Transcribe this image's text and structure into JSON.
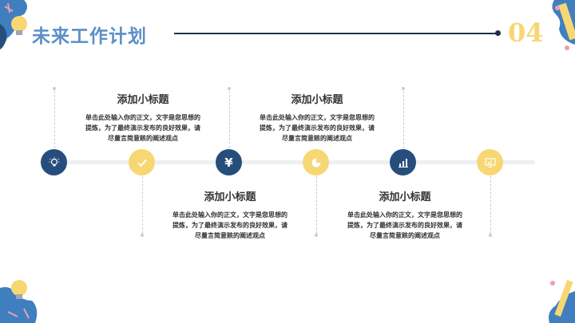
{
  "header": {
    "title": "未来工作计划",
    "page_number": "04"
  },
  "timeline": {
    "nodes": [
      {
        "icon": "lightbulb-icon",
        "color": "#264e7c"
      },
      {
        "icon": "checkmark-icon",
        "color": "#f7d774"
      },
      {
        "icon": "yen-icon",
        "symbol": "¥",
        "color": "#264e7c"
      },
      {
        "icon": "pie-chart-icon",
        "color": "#f7d774"
      },
      {
        "icon": "bar-chart-icon",
        "color": "#264e7c"
      },
      {
        "icon": "presentation-chart-icon",
        "color": "#f7d774"
      }
    ],
    "items": [
      {
        "title": "添加小标题",
        "body": [
          "单击此处输入你的正文，文字是您思想的",
          "提炼，为了最终演示发布的良好效果，请",
          "尽量言简意赅的阐述观点"
        ]
      },
      {
        "title": "添加小标题",
        "body": [
          "单击此处输入你的正文，文字是您思想的",
          "提炼，为了最终演示发布的良好效果，请",
          "尽量言简意赅的阐述观点"
        ]
      },
      {
        "title": "添加小标题",
        "body": [
          "单击此处输入你的正文，文字是您思想的",
          "提炼，为了最终演示发布的良好效果，请",
          "尽量言简意赅的阐述观点"
        ]
      },
      {
        "title": "添加小标题",
        "body": [
          "单击此处输入你的正文，文字是您思想的",
          "提炼，为了最终演示发布的良好效果，请",
          "尽量言简意赅的阐述观点"
        ]
      }
    ]
  },
  "colors": {
    "title": "#5b8fc7",
    "dark": "#264e7c",
    "yellow": "#f7d774",
    "accent_blue": "#3f7fc0"
  }
}
